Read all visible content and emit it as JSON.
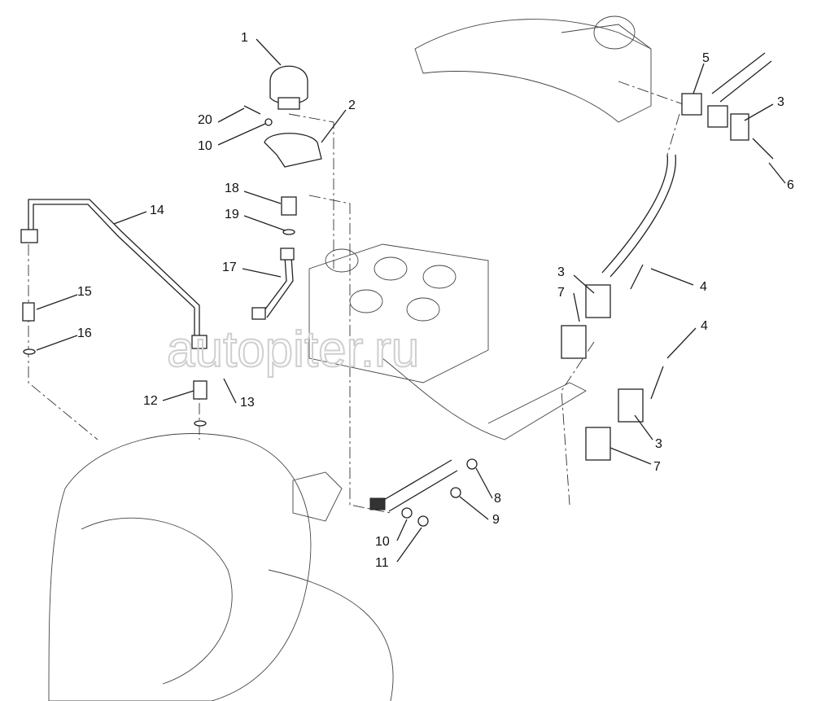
{
  "watermark": "autopiter.ru",
  "callouts": [
    "1",
    "2",
    "3",
    "5",
    "6",
    "18",
    "19",
    "14",
    "17",
    "15",
    "16",
    "3",
    "7",
    "4",
    "4",
    "12",
    "13",
    "3",
    "7",
    "8",
    "9",
    "10",
    "11",
    "20",
    "10"
  ]
}
